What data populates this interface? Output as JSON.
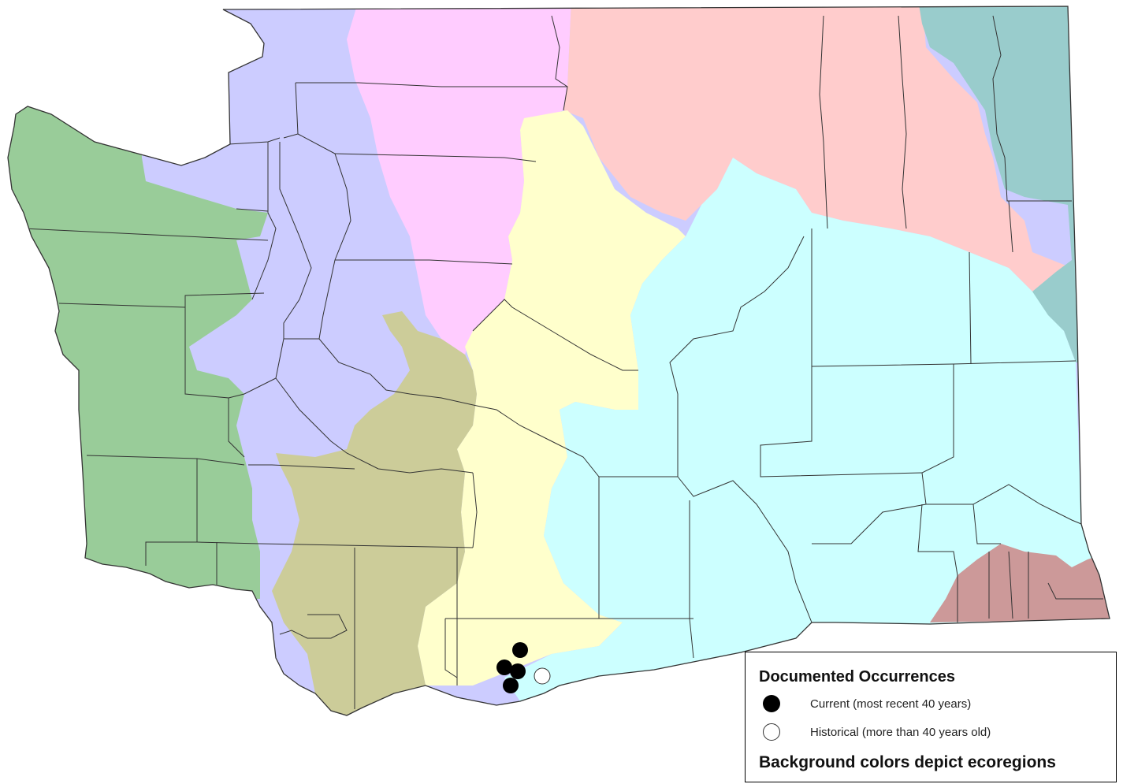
{
  "map": {
    "ecoregions": [
      {
        "id": "coast-range",
        "color": "#99cc99"
      },
      {
        "id": "puget-lowland",
        "color": "#ccccff"
      },
      {
        "id": "north-cascades",
        "color": "#ffccff"
      },
      {
        "id": "cascades",
        "color": "#ffffcc"
      },
      {
        "id": "okanogan",
        "color": "#ffcccc"
      },
      {
        "id": "canadian-rockies",
        "color": "#99cccc"
      },
      {
        "id": "columbia-plateau",
        "color": "#ccffff"
      },
      {
        "id": "willamette-valley",
        "color": "#cccc99"
      },
      {
        "id": "blue-mountains",
        "color": "#cc9999"
      }
    ],
    "occurrences": {
      "current_color": "#000000",
      "historical_fill": "#ffffff"
    }
  },
  "legend": {
    "title": "Documented Occurrences",
    "current_label": "Current (most recent 40 years)",
    "historical_label": "Historical (more than 40 years old)",
    "footer": "Background colors depict ecoregions"
  }
}
